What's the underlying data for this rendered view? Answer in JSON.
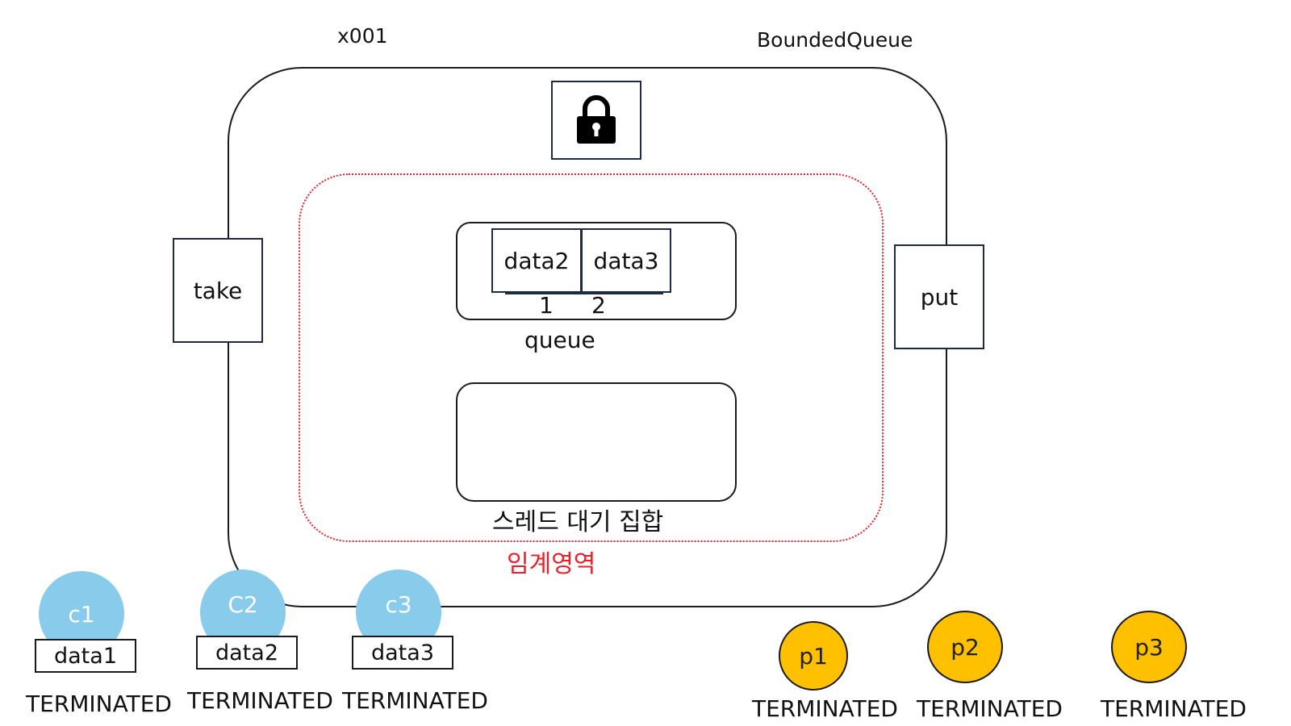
{
  "object": {
    "id": "x001",
    "name": "BoundedQueue"
  },
  "methods": {
    "take": "take",
    "put": "put"
  },
  "critical_section_label": "임계영역",
  "queue": {
    "label": "queue",
    "items": [
      {
        "value": "data2",
        "index": "1"
      },
      {
        "value": "data3",
        "index": "2"
      }
    ]
  },
  "wait_set": {
    "label": "스레드 대기 집합"
  },
  "consumers": [
    {
      "name": "c1",
      "data": "data1",
      "state": "TERMINATED"
    },
    {
      "name": "C2",
      "data": "data2",
      "state": "TERMINATED"
    },
    {
      "name": "c3",
      "data": "data3",
      "state": "TERMINATED"
    }
  ],
  "producers": [
    {
      "name": "p1",
      "state": "TERMINATED"
    },
    {
      "name": "p2",
      "state": "TERMINATED"
    },
    {
      "name": "p3",
      "state": "TERMINATED"
    }
  ],
  "colors": {
    "consumer": "#88cbea",
    "producer": "#ffc000",
    "critical_section": "#e8202a"
  },
  "icons": {
    "lock": "lock-icon"
  }
}
